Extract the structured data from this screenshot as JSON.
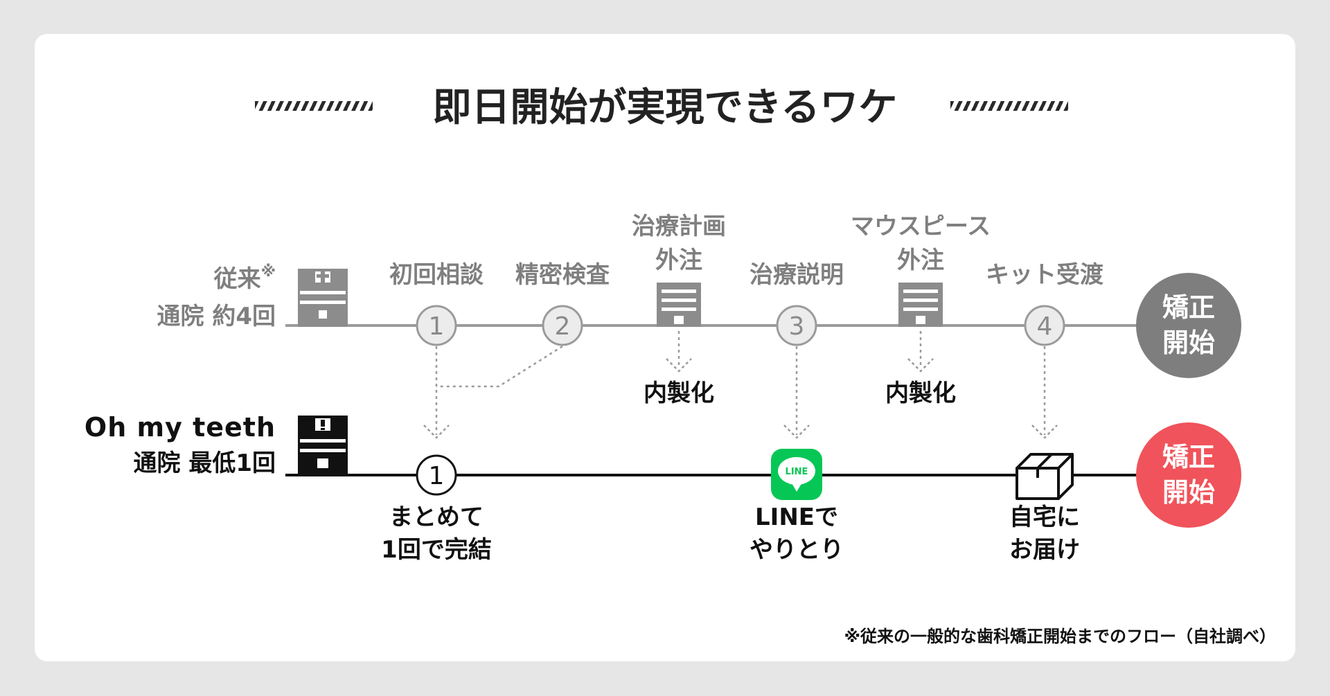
{
  "title": "即日開始が実現できるワケ",
  "conventional": {
    "label_line1": "従来",
    "label_mark": "※",
    "label_line2": "通院 約4回",
    "steps": [
      {
        "label": "初回相談",
        "num": "1"
      },
      {
        "label": "精密検査",
        "num": "2"
      },
      {
        "label_line1": "治療計画",
        "label_line2": "外注"
      },
      {
        "label": "治療説明",
        "num": "3"
      },
      {
        "label_line1": "マウスピース",
        "label_line2": "外注"
      },
      {
        "label": "キット受渡",
        "num": "4"
      }
    ],
    "end_line1": "矯正",
    "end_line2": "開始"
  },
  "inhouse_labels": [
    "内製化",
    "内製化"
  ],
  "ohmyteeth": {
    "brand": "Oh my teeth",
    "label_line2": "通院 最低1回",
    "visit_num": "1",
    "line_icon_text": "LINE",
    "captions": [
      {
        "line1": "まとめて",
        "line2": "1回で完結"
      },
      {
        "line1": "LINEで",
        "line2": "やりとり"
      },
      {
        "line1": "自宅に",
        "line2": "お届け"
      }
    ],
    "end_line1": "矯正",
    "end_line2": "開始"
  },
  "footnote": "※従来の一般的な歯科矯正開始までのフロー（自社調べ）",
  "colors": {
    "gray_line": "#9b9b9b",
    "gray_text": "#7f7f7f",
    "gray_end": "#7e7e7e",
    "red_end": "#f0535b",
    "line_green": "#06c755"
  }
}
